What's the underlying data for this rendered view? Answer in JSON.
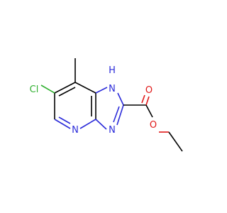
{
  "molecule": {
    "atoms": {
      "chlorine": "Cl",
      "nh": "H",
      "imidazole_nh_n": "N",
      "imidazole_n": "N",
      "pyridine_n": "N",
      "carbonyl_o": "O",
      "ester_o": "O"
    },
    "colors": {
      "bond": "#000000",
      "nitrogen": "#2b2bd9",
      "oxygen": "#e01818",
      "chlorine": "#30b030"
    }
  }
}
